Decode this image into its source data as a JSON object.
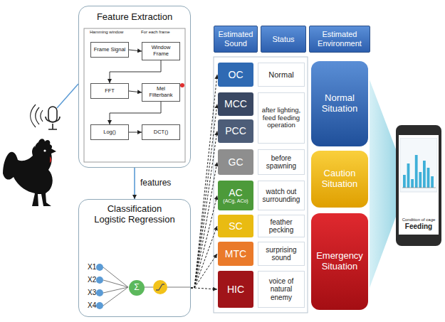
{
  "diagram": {
    "nodes": [
      {
        "text": [
          "Feature Extraction"
        ]
      },
      {
        "text": [
          "Frame Signal"
        ],
        "in": 0
      },
      {
        "text": [
          "Window Frame"
        ],
        "in": 0
      },
      {
        "text": [
          "FFT"
        ],
        "in": 0
      },
      {
        "text": [
          "Mel Filterbank"
        ],
        "in": 0
      },
      {
        "text": [
          "Log()"
        ],
        "in": 0
      },
      {
        "text": [
          "DCT()"
        ],
        "in": 0
      },
      {
        "text": [
          "Classification",
          "Logistic Regression"
        ]
      },
      {
        "text": [
          "Σ"
        ],
        "in": 7
      },
      {
        "text": [
          "Estimated Sound"
        ]
      },
      {
        "text": [
          "Status"
        ]
      },
      {
        "text": [
          "Estimated Environment"
        ]
      },
      {
        "text": [
          "OC"
        ]
      },
      {
        "text": [
          "Normal"
        ]
      },
      {
        "text": [
          "Normal Situation"
        ]
      },
      {
        "text": [
          "MCC"
        ]
      },
      {
        "text": [
          "after lighting, feed feeding operation"
        ]
      },
      {
        "text": [
          "PCC"
        ]
      },
      {
        "text": [
          "GC"
        ]
      },
      {
        "text": [
          "before spawning"
        ]
      },
      {
        "text": [
          "Caution Situation"
        ]
      },
      {
        "text": [
          "AC",
          "(ACg, ACo)"
        ]
      },
      {
        "text": [
          "watch out surrounding"
        ]
      },
      {
        "text": [
          "SC"
        ]
      },
      {
        "text": [
          "feather pecking"
        ]
      },
      {
        "text": [
          "Emergency Situation"
        ]
      },
      {
        "text": [
          "MTC"
        ]
      },
      {
        "text": [
          "surprising sound"
        ]
      },
      {
        "text": [
          "HIC"
        ]
      },
      {
        "text": [
          "voice of natural enemy"
        ]
      },
      {
        "text": [
          "Condition of cage",
          "Feeding"
        ]
      }
    ],
    "edges": [
      {
        "from": 1,
        "to": 2,
        "arrow": "to"
      },
      {
        "from": 2,
        "to": 3,
        "arrow": "to"
      },
      {
        "from": 3,
        "to": 4,
        "arrow": "to"
      },
      {
        "from": 4,
        "to": 5,
        "arrow": "to"
      },
      {
        "from": 5,
        "to": 6,
        "arrow": "to"
      },
      {
        "from": 0,
        "to": 7,
        "label": "features",
        "arrow": "to"
      },
      {
        "from": 7,
        "to": 12,
        "arrow": "to"
      },
      {
        "from": 7,
        "to": 15,
        "arrow": "to"
      },
      {
        "from": 7,
        "to": 17,
        "arrow": "to"
      },
      {
        "from": 7,
        "to": 18,
        "arrow": "to"
      },
      {
        "from": 7,
        "to": 21,
        "arrow": "to"
      },
      {
        "from": 7,
        "to": 23,
        "arrow": "to"
      },
      {
        "from": 7,
        "to": 26,
        "arrow": "to"
      },
      {
        "from": 7,
        "to": 28,
        "arrow": "to"
      }
    ],
    "labels": [
      "Hamming window",
      "For each frame",
      "X1",
      "X2",
      "X3",
      "X4"
    ]
  }
}
